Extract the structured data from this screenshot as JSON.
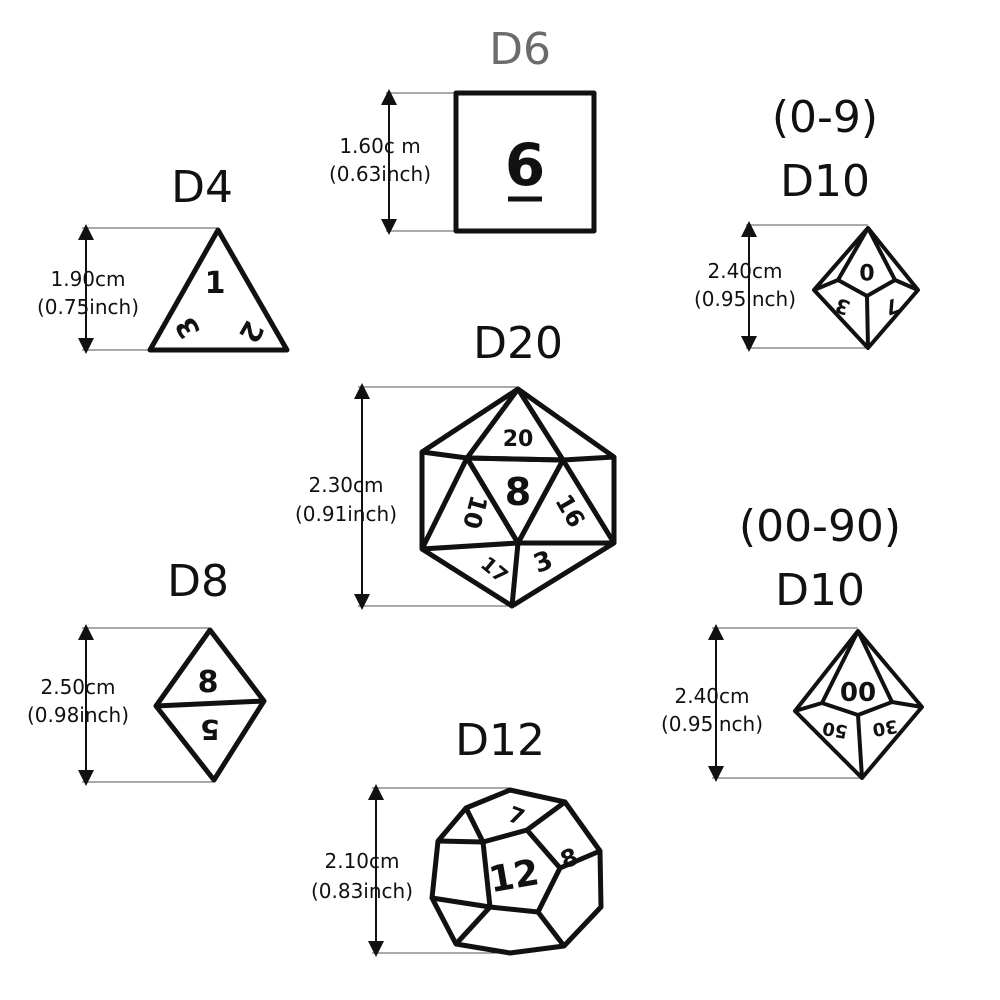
{
  "dice": {
    "d6": {
      "title": "D6",
      "size_cm": "1.60c m",
      "size_inch": "(0.63inch)",
      "faces": [
        "6"
      ]
    },
    "d4": {
      "title": "D4",
      "size_cm": "1.90cm",
      "size_inch": "(0.75inch)",
      "faces": [
        "1",
        "3",
        "2"
      ]
    },
    "d10_single": {
      "range": "(0-9)",
      "title": "D10",
      "size_cm": "2.40cm",
      "size_inch": "(0.95inch)",
      "faces": [
        "0",
        "3",
        "7"
      ]
    },
    "d20": {
      "title": "D20",
      "size_cm": "2.30cm",
      "size_inch": "(0.91inch)",
      "faces": [
        "20",
        "8",
        "10",
        "16",
        "17",
        "3"
      ]
    },
    "d10_tens": {
      "range": "(00-90)",
      "title": "D10",
      "size_cm": "2.40cm",
      "size_inch": "(0.95inch)",
      "faces": [
        "00",
        "50",
        "30"
      ]
    },
    "d8": {
      "title": "D8",
      "size_cm": "2.50cm",
      "size_inch": "(0.98inch)",
      "faces": [
        "8",
        "5"
      ]
    },
    "d12": {
      "title": "D12",
      "size_cm": "2.10cm",
      "size_inch": "(0.83inch)",
      "faces": [
        "7",
        "12",
        "8"
      ]
    }
  }
}
